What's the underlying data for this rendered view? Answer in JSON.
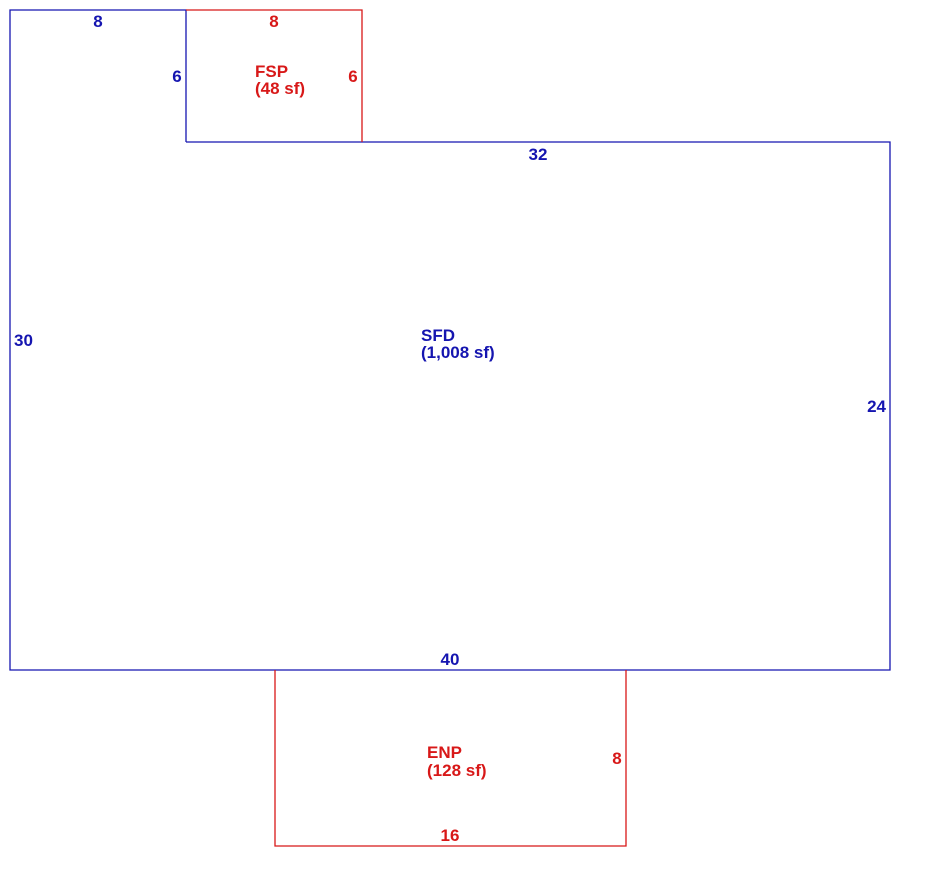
{
  "colors": {
    "main": "#1515b0",
    "addition": "#d81818"
  },
  "sfd": {
    "name": "SFD",
    "area": "(1,008 sf)",
    "dims": {
      "top_left": "8",
      "notch_side": "6",
      "top_right": "32",
      "left": "30",
      "right": "24",
      "bottom": "40"
    }
  },
  "fsp": {
    "name": "FSP",
    "area": "(48 sf)",
    "dims": {
      "top": "8",
      "right": "6"
    }
  },
  "enp": {
    "name": "ENP",
    "area": "(128 sf)",
    "dims": {
      "right": "8",
      "bottom": "16"
    }
  }
}
